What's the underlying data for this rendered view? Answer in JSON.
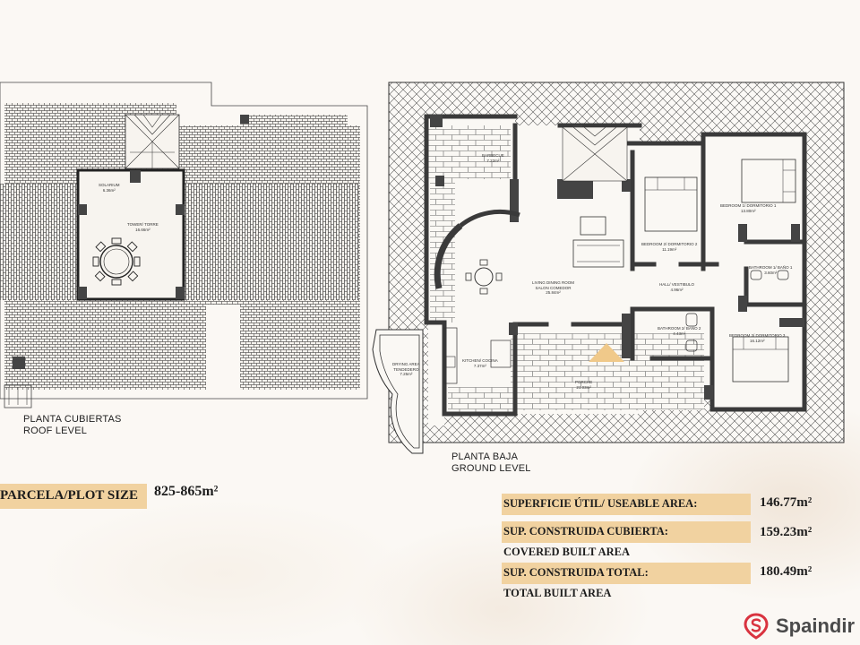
{
  "roof_level": {
    "title_es": "PLANTA CUBIERTAS",
    "title_en": "ROOF LEVEL",
    "rooms": [
      {
        "label": "SOLARIUM",
        "area": "6.36m²"
      },
      {
        "label": "TOWER/ TORRE",
        "area": "16.66m²"
      }
    ]
  },
  "ground_level": {
    "title_es": "PLANTA BAJA",
    "title_en": "GROUND LEVEL",
    "rooms": [
      {
        "label": "BARBECUE",
        "area": "7.22m²"
      },
      {
        "label": "LIVING DINING ROOM",
        "label2": "SALON COMEDOR",
        "area": "25.84m²"
      },
      {
        "label": "BEDROOM 2/ DORMITORIO 2",
        "area": "11.19m²"
      },
      {
        "label": "BEDROOM 1/ DORMITORIO 1",
        "area": "13.80m²"
      },
      {
        "label": "BATHROOM 1/ BAÑO 1",
        "area": "3.60m²"
      },
      {
        "label": "HALL/ VESTIBULO",
        "area": "4.96m²"
      },
      {
        "label": "BATHROOM 2/ BAÑO 2",
        "area": "4.43m²"
      },
      {
        "label": "BEDROOM 3/ DORMITORIO 3",
        "area": "16.12m²"
      },
      {
        "label": "KITCHEN/ COCINA",
        "area": "7.37m²"
      },
      {
        "label": "DRYING AREA",
        "label2": "TENDEDERO",
        "area": "7.25m²"
      },
      {
        "label": "PORCHE",
        "area": "21.03m²"
      }
    ]
  },
  "plot": {
    "label": "PARCELA/PLOT SIZE",
    "value": "825-865m²"
  },
  "areas": [
    {
      "label": "SUPERFICIE ÚTIL/ USEABLE AREA:",
      "label2": "",
      "value": "146.77m²"
    },
    {
      "label": "SUP. CONSTRUIDA CUBIERTA:",
      "label2": "COVERED BUILT AREA",
      "value": "159.23m²"
    },
    {
      "label": "SUP. CONSTRUIDA TOTAL:",
      "label2": "TOTAL BUILT AREA",
      "value": "180.49m²"
    }
  ],
  "brand": {
    "name": "Spaindir",
    "icon": "location-pin-icon",
    "color": "#d9333f"
  },
  "colors": {
    "label_fill": "#f1d2a0",
    "stair_highlight": "#f0c98a"
  }
}
